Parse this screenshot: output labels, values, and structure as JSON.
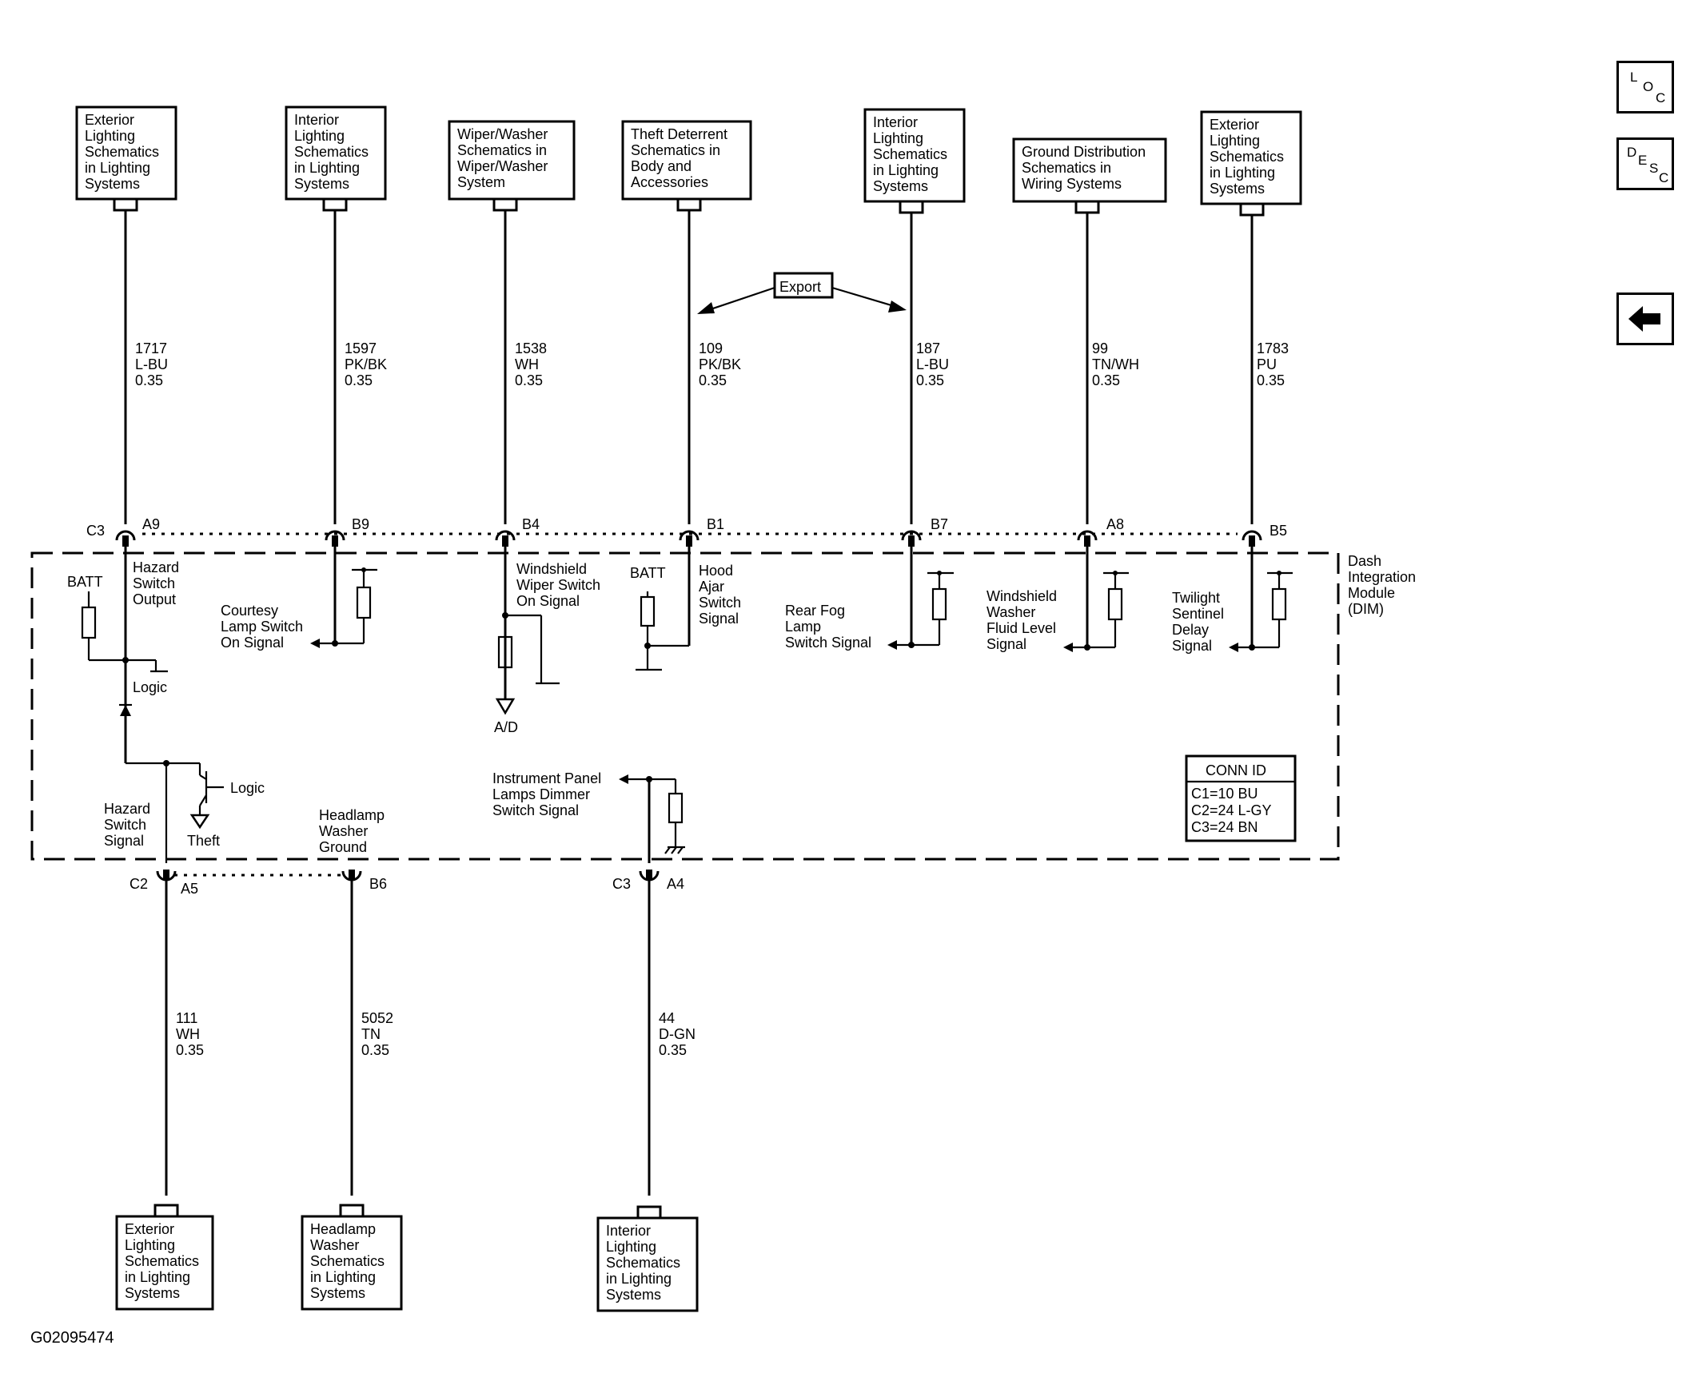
{
  "top_boxes": [
    [
      "Exterior",
      "Lighting",
      "Schematics",
      "in Lighting",
      "Systems"
    ],
    [
      "Interior",
      "Lighting",
      "Schematics",
      "in Lighting",
      "Systems"
    ],
    [
      "Wiper/Washer",
      "Schematics in",
      "Wiper/Washer",
      "System"
    ],
    [
      "Theft Deterrent",
      "Schematics in",
      "Body and",
      "Accessories"
    ],
    [
      "Interior",
      "Lighting",
      "Schematics",
      "in Lighting",
      "Systems"
    ],
    [
      "Ground Distribution",
      "Schematics in",
      "Wiring Systems"
    ],
    [
      "Exterior",
      "Lighting",
      "Schematics",
      "in Lighting",
      "Systems"
    ]
  ],
  "top_wires": [
    [
      "1717",
      "L-BU",
      "0.35"
    ],
    [
      "1597",
      "PK/BK",
      "0.35"
    ],
    [
      "1538",
      "WH",
      "0.35"
    ],
    [
      "109",
      "PK/BK",
      "0.35"
    ],
    [
      "187",
      "L-BU",
      "0.35"
    ],
    [
      "99",
      "TN/WH",
      "0.35"
    ],
    [
      "1783",
      "PU",
      "0.35"
    ]
  ],
  "export_label": "Export",
  "top_connectors": {
    "c3": "C3",
    "pins": [
      "A9",
      "B9",
      "B4",
      "B1",
      "B7",
      "A8",
      "B5"
    ]
  },
  "module_name": [
    "Dash",
    "Integration",
    "Module",
    "(DIM)"
  ],
  "circuit_labels": {
    "hazard_output": [
      "Hazard",
      "Switch",
      "Output"
    ],
    "batt_left": "BATT",
    "logic_1": "Logic",
    "courtesy": [
      "Courtesy",
      "Lamp Switch",
      "On Signal"
    ],
    "wiper": [
      "Windshield",
      "Wiper Switch",
      "On Signal"
    ],
    "ad": "A/D",
    "batt_mid": "BATT",
    "hood": [
      "Hood",
      "Ajar",
      "Switch",
      "Signal"
    ],
    "rear_fog": [
      "Rear Fog",
      "Lamp",
      "Switch Signal"
    ],
    "washer_fluid": [
      "Windshield",
      "Washer",
      "Fluid Level",
      "Signal"
    ],
    "twilight": [
      "Twilight",
      "Sentinel",
      "Delay",
      "Signal"
    ],
    "logic_2": "Logic",
    "theft": "Theft",
    "hazard_signal": [
      "Hazard",
      "Switch",
      "Signal"
    ],
    "headlamp_ground": [
      "Headlamp",
      "Washer",
      "Ground"
    ],
    "ip_dimmer": [
      "Instrument Panel",
      "Lamps Dimmer",
      "Switch Signal"
    ]
  },
  "conn_id": {
    "title": "CONN ID",
    "lines": [
      "C1=10 BU",
      "C2=24 L-GY",
      "C3=24 BN"
    ]
  },
  "bottom_connectors": {
    "c2": "C2",
    "a5": "A5",
    "b6": "B6",
    "c3": "C3",
    "a4": "A4"
  },
  "bottom_wires": [
    [
      "111",
      "WH",
      "0.35"
    ],
    [
      "5052",
      "TN",
      "0.35"
    ],
    [
      "44",
      "D-GN",
      "0.35"
    ]
  ],
  "bottom_boxes": [
    [
      "Exterior",
      "Lighting",
      "Schematics",
      "in Lighting",
      "Systems"
    ],
    [
      "Headlamp",
      "Washer",
      "Schematics",
      "in Lighting",
      "Systems"
    ],
    [
      "Interior",
      "Lighting",
      "Schematics",
      "in Lighting",
      "Systems"
    ]
  ],
  "figure_id": "G02095474",
  "nav": {
    "loc": [
      "L",
      "O",
      "C"
    ],
    "desc": [
      "D",
      "E",
      "S",
      "C"
    ],
    "back_icon": "left-arrow-icon"
  }
}
